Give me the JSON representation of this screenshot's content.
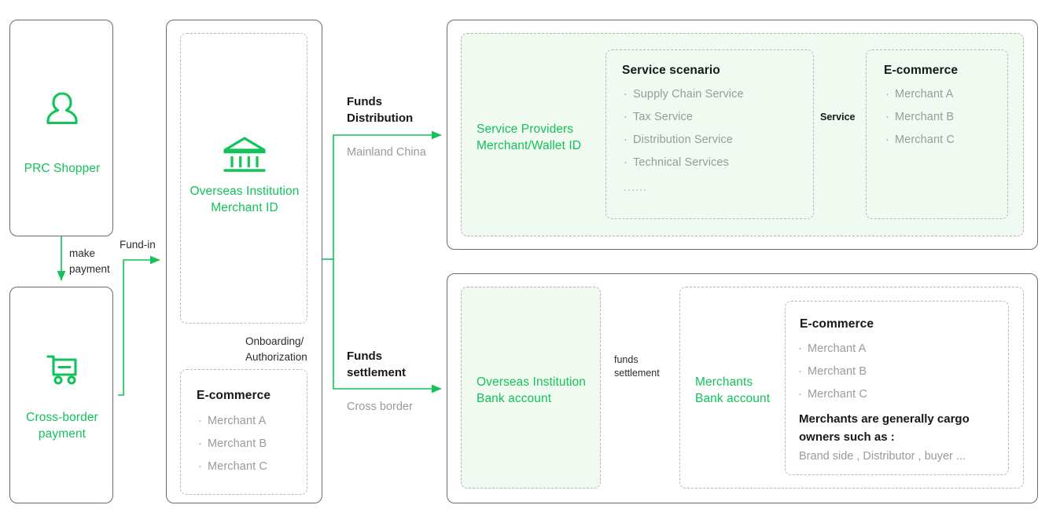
{
  "theme": {
    "green": "#12c25a",
    "tint": "#f1faf1",
    "card_border": "#6b6b6b",
    "dashed": "#b9b9b9",
    "grey_text": "#9a9a9a",
    "dark_text": "#16181a"
  },
  "left_column": {
    "shopper": {
      "icon": "person-icon",
      "label": "PRC Shopper"
    },
    "payment": {
      "icon": "shopping-cart-icon",
      "label_line1": "Cross-border",
      "label_line2": "payment"
    },
    "edge_make_payment_line1": "make",
    "edge_make_payment_line2": "payment"
  },
  "middle_column": {
    "institution": {
      "icon": "bank-icon",
      "label_line1": "Overseas Institution",
      "label_line2": "Merchant ID"
    },
    "ecommerce": {
      "title": "E-commerce",
      "merchants": [
        "Merchant A",
        "Merchant B",
        "Merchant C"
      ]
    },
    "edge_onboarding_line1": "Onboarding/",
    "edge_onboarding_line2": "Authorization",
    "edge_fund_in": "Fund-in"
  },
  "edges": {
    "funds_distribution": {
      "title_line1": "Funds",
      "title_line2": "Distribution",
      "subtitle": "Mainland China"
    },
    "funds_settlement": {
      "title_line1": "Funds",
      "title_line2": "settlement",
      "subtitle": "Cross border"
    },
    "service": "Service",
    "settlement_line1": "funds",
    "settlement_line2": "settlement"
  },
  "top_panel": {
    "service_providers": {
      "label_line1": "Service Providers",
      "label_line2": "Merchant/Wallet ID"
    },
    "service_scenario": {
      "title": "Service scenario",
      "items": [
        "Supply Chain Service",
        "Tax Service",
        "Distribution Service",
        "Technical Services"
      ],
      "ellipsis": "......"
    },
    "ecommerce": {
      "title": "E-commerce",
      "merchants": [
        "Merchant A",
        "Merchant B",
        "Merchant C"
      ]
    }
  },
  "bottom_panel": {
    "overseas_bank": {
      "label_line1": "Overseas Institution",
      "label_line2": "Bank account"
    },
    "merchants_bank": {
      "label_line1": "Merchants",
      "label_line2": "Bank account"
    },
    "ecommerce": {
      "title": "E-commerce",
      "merchants": [
        "Merchant A",
        "Merchant B",
        "Merchant C"
      ],
      "note_line1": "Merchants are generally cargo",
      "note_line2": "owners such as :",
      "note_grey": "Brand side , Distributor , buyer ..."
    }
  }
}
